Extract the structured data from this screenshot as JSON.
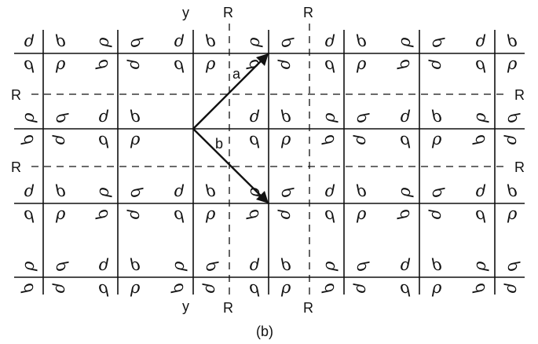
{
  "figure": {
    "caption": "(b)",
    "axis_labels": {
      "y_top": "y",
      "y_bottom": "y"
    },
    "mirror_label": "R",
    "vectors": {
      "a": "a",
      "b": "b"
    },
    "motif_glyphs": {
      "default": "ρ"
    }
  }
}
